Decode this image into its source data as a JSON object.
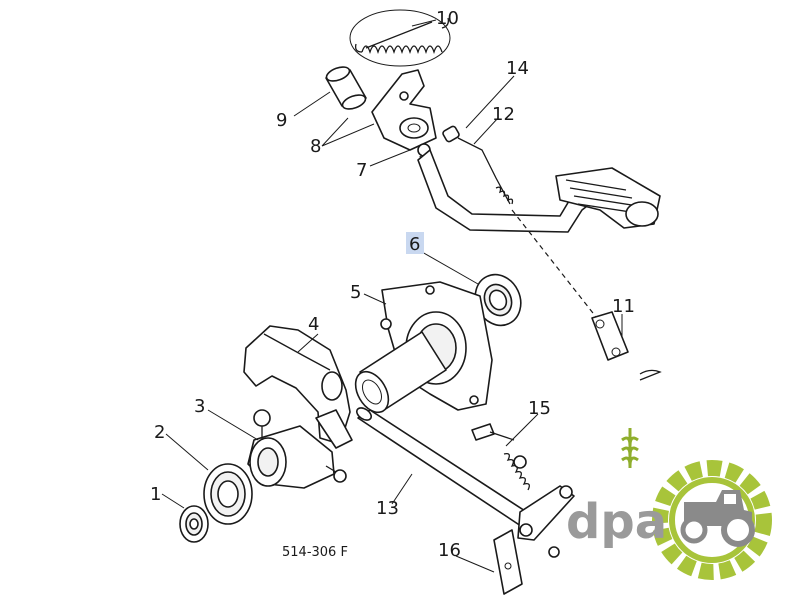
{
  "callouts": {
    "c1": "1",
    "c2": "2",
    "c3": "3",
    "c4": "4",
    "c5": "5",
    "c6": "6",
    "c7": "7",
    "c8": "8",
    "c9": "9",
    "c10": "10",
    "c11": "11",
    "c12": "12",
    "c13": "13",
    "c14": "14",
    "c15": "15",
    "c16": "16"
  },
  "drawing_code": "514-306 F",
  "watermark": {
    "text": "dpa",
    "text_color": "#9a9a9a",
    "gear_color": "#a8c43a",
    "wheat_color": "#8fae2c"
  },
  "highlight_color": "#c9d8f0"
}
